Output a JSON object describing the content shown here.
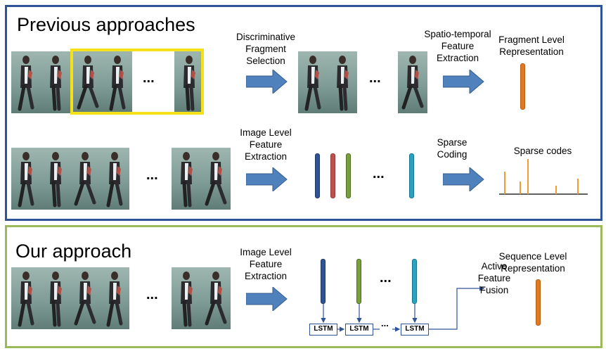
{
  "panels": {
    "previous": {
      "title": "Previous approaches",
      "row1": {
        "label_fragment_selection": "Discriminative\nFragment\nSelection",
        "label_st_extraction": "Spatio-temporal\nFeature\nExtraction",
        "label_fragment_rep": "Fragment Level\nRepresentation",
        "ellipsis": "..."
      },
      "row2": {
        "label_image_extraction": "Image Level\nFeature\nExtraction",
        "label_sparse_coding": "Sparse\nCoding",
        "label_sparse_codes": "Sparse codes",
        "ellipsis": "..."
      }
    },
    "ours": {
      "title": "Our approach",
      "label_image_extraction": "Image Level\nFeature\nExtraction",
      "label_active_fusion": "Active\nFeature\nFusion",
      "label_sequence_rep": "Sequence Level\nRepresentation",
      "lstm_label": "LSTM",
      "ellipsis": "...",
      "chain_ellipsis": "..."
    }
  },
  "colors": {
    "panel_previous_border": "#2f5496",
    "panel_ours_border": "#9bbb59",
    "arrow_fill": "#4f81bd",
    "selection_box": "#f5e11b",
    "feature_blue": "#2f5496",
    "feature_red": "#c0504d",
    "feature_green": "#77a03a",
    "feature_cyan": "#2aa3c3",
    "representation_orange": "#e07a22"
  }
}
